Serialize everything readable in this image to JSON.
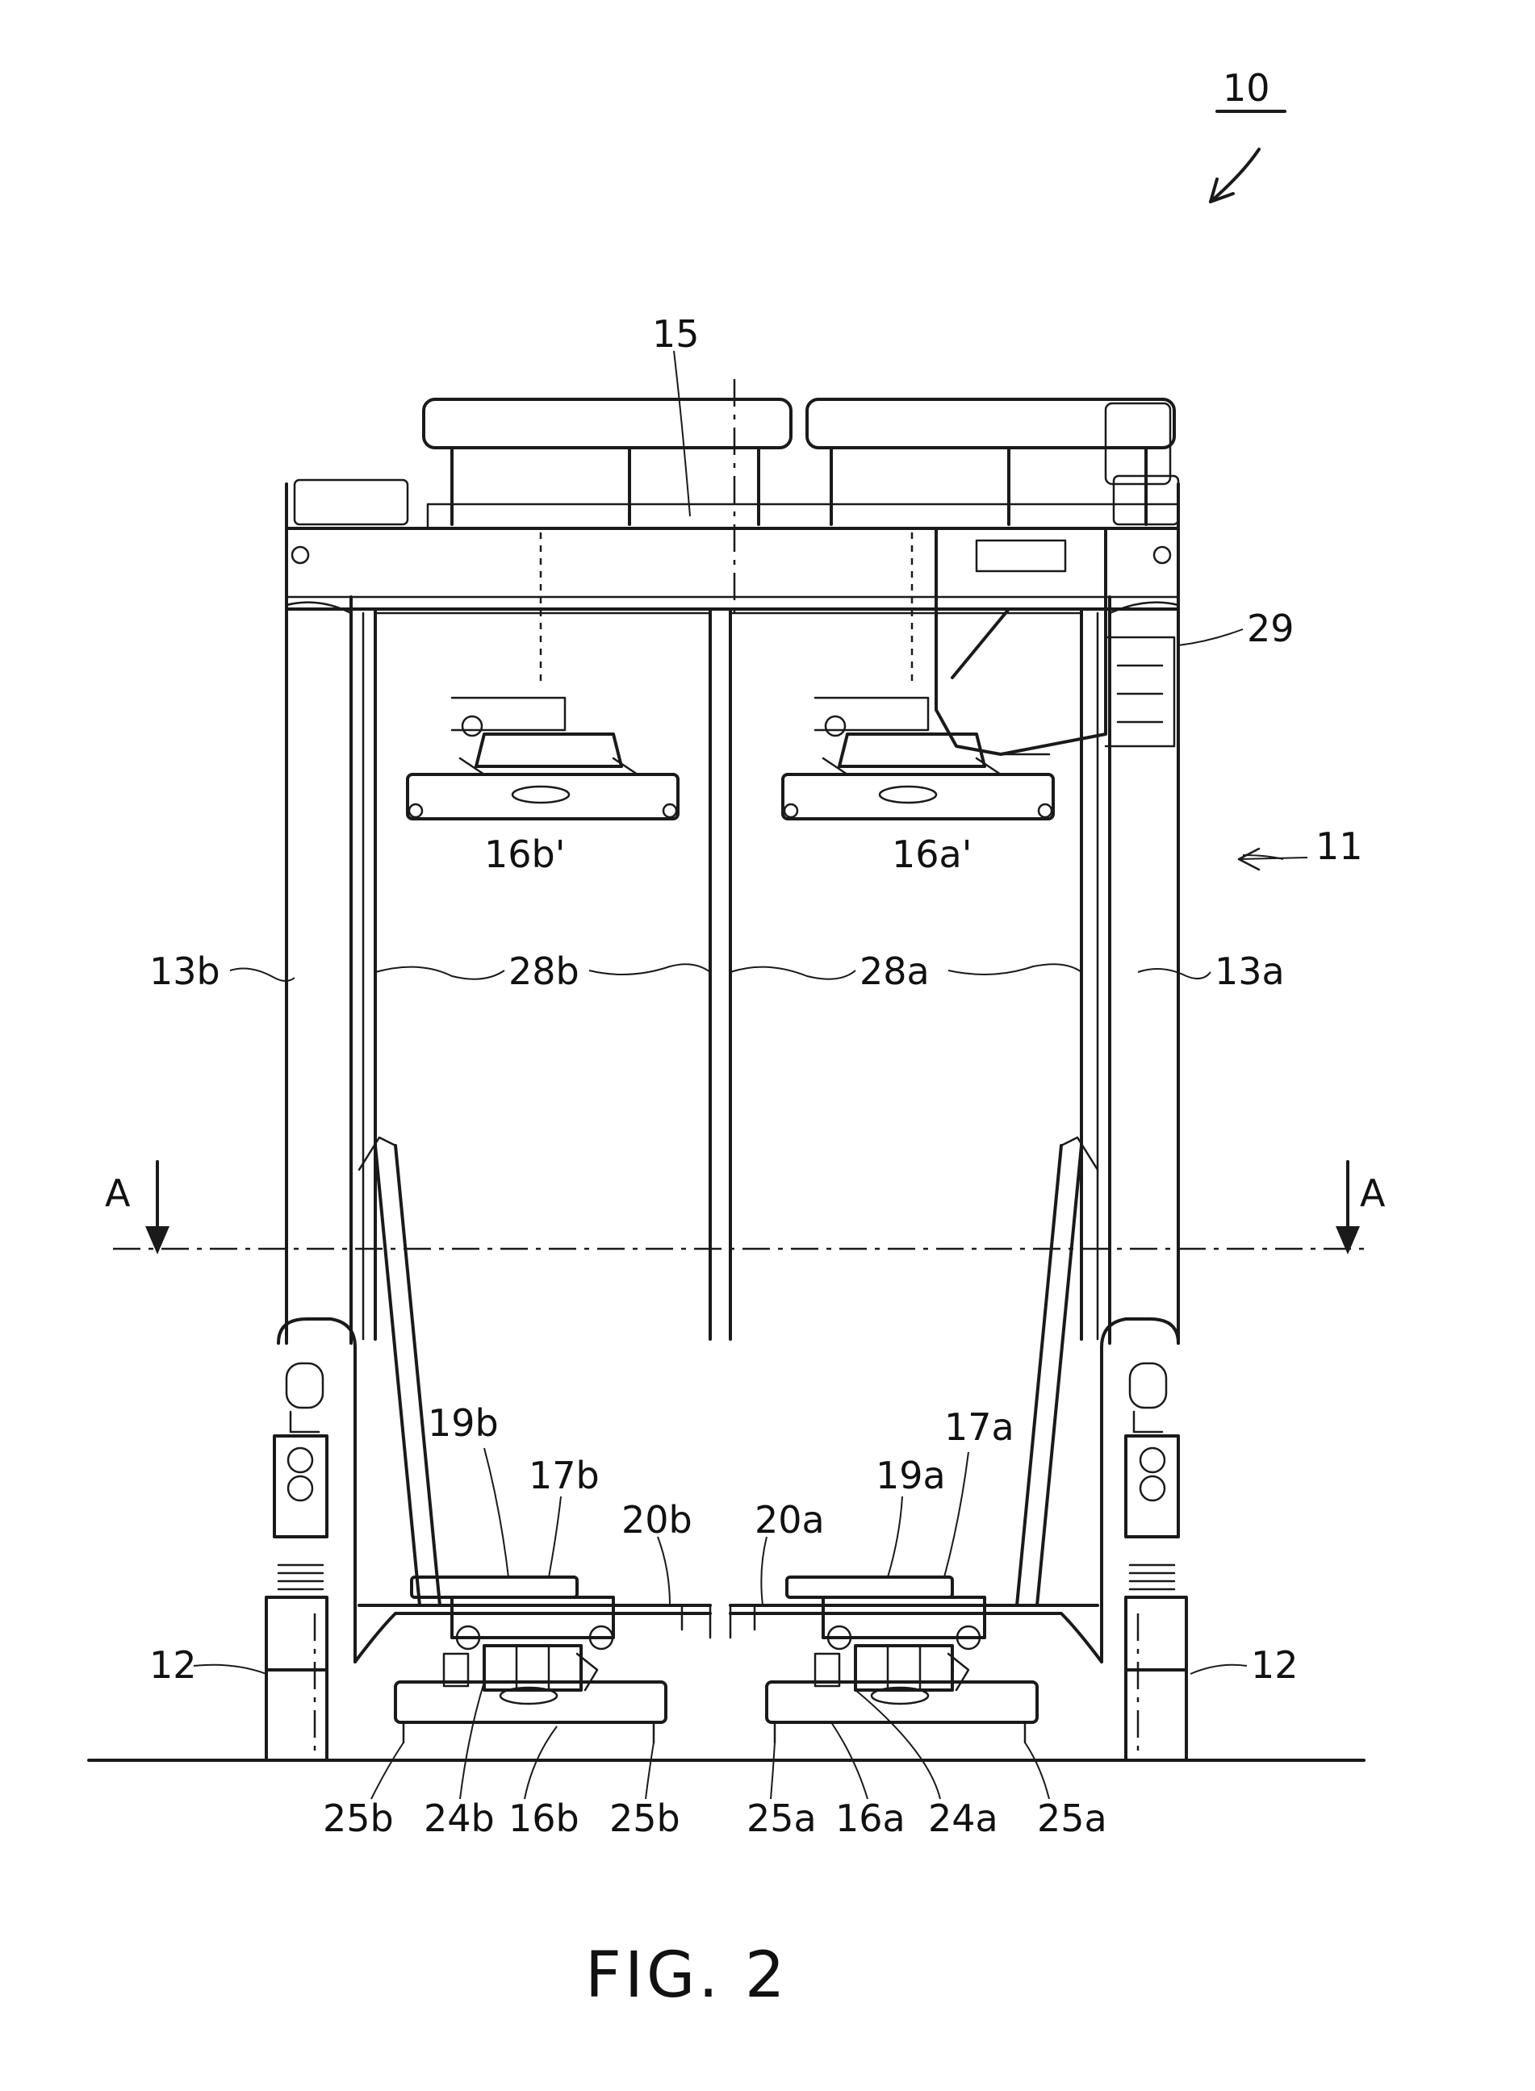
{
  "figure": {
    "caption": "FIG. 2",
    "reference_numeral": "10",
    "labels": {
      "n15": "15",
      "n29": "29",
      "n11": "11",
      "n16b_prime": "16b'",
      "n16a_prime": "16a'",
      "n13b": "13b",
      "n28b": "28b",
      "n28a": "28a",
      "n13a": "13a",
      "section_left": "A",
      "section_right": "A",
      "n19b": "19b",
      "n17b": "17b",
      "n20b": "20b",
      "n20a": "20a",
      "n19a": "19a",
      "n17a": "17a",
      "n12_left": "12",
      "n12_right": "12",
      "n25b_left": "25b",
      "n24b": "24b",
      "n16b": "16b",
      "n25b_right": "25b",
      "n25a_left": "25a",
      "n16a": "16a",
      "n24a": "24a",
      "n25a_right": "25a"
    }
  }
}
